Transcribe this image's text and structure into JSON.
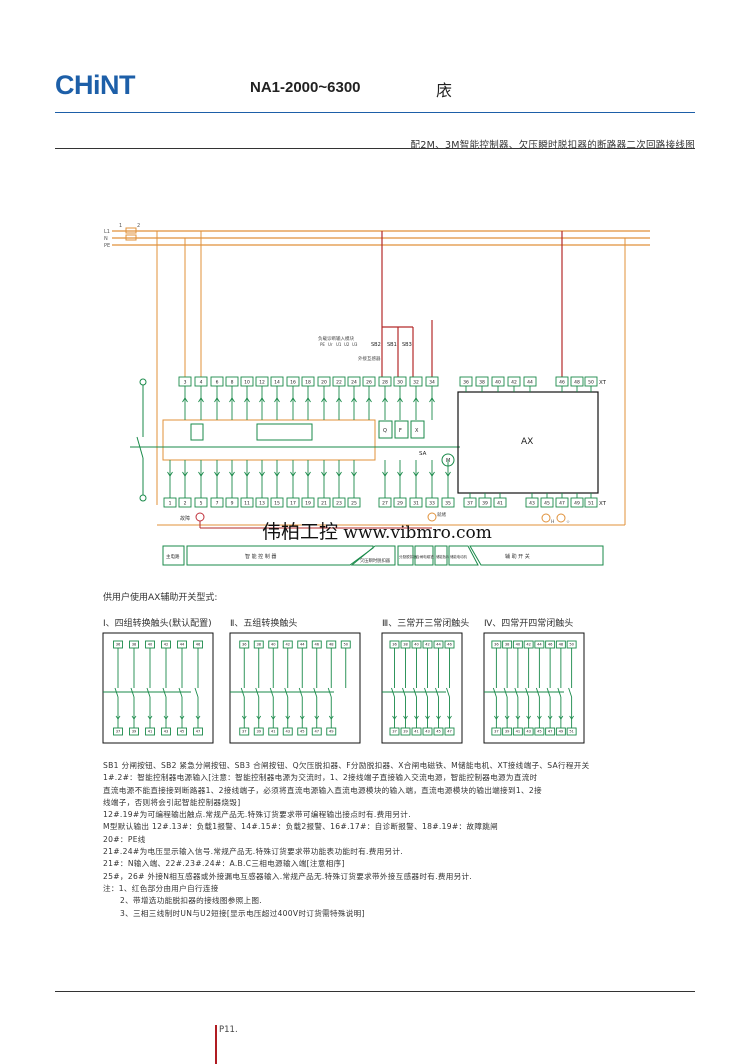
{
  "header": {
    "brand": "CHiNT",
    "model": "NA1-2000~6300",
    "model_suffix": "庡",
    "subtitle": "配2M、3M智能控制器、欠压瞬时脱扣器的断路器二次回路接线图"
  },
  "colors": {
    "brand_blue": "#1d5fa8",
    "brand_red": "#e01b22",
    "wire_orange": "#e0913a",
    "wire_green": "#1a8a4a",
    "wire_red": "#b32a2a",
    "box_black": "#111111"
  },
  "diagram": {
    "bus_labels": [
      "L1",
      "N",
      "PE"
    ],
    "fuse_labels": [
      "1",
      "2"
    ],
    "top_terminals": [
      "3",
      "4",
      "6",
      "8",
      "10",
      "12",
      "14",
      "16",
      "18",
      "20",
      "22",
      "24",
      "26",
      "28",
      "30",
      "32",
      "34"
    ],
    "bottom_terminals": [
      "1",
      "2",
      "5",
      "7",
      "9",
      "11",
      "13",
      "15",
      "17",
      "19",
      "21",
      "23",
      "25",
      "27",
      "29",
      "31",
      "33",
      "35"
    ],
    "ax_top_terminals": [
      "36",
      "38",
      "40",
      "42",
      "44",
      "46",
      "48",
      "50"
    ],
    "ax_bottom_terminals": [
      "37",
      "39",
      "41",
      "43",
      "45",
      "47",
      "49",
      "51"
    ],
    "xt_label": "XT",
    "ax_label": "AX",
    "sa_label": "SA",
    "coil_labels": [
      "Q",
      "F",
      "X"
    ],
    "motor_label": "M",
    "button_labels": [
      "SB2",
      "SB1",
      "SB3"
    ],
    "input_group_title": "负载诊断输入模块",
    "input_group_terminals": [
      "PE",
      "Ur",
      "U1",
      "U2",
      "U3"
    ],
    "external_label": "外接互感器",
    "lamp_fault": "故障",
    "lamp_ready": "就绪",
    "lamp_h": "H",
    "lamp_star": "☆",
    "blocks": [
      "主电路",
      "智 能 控 制 器",
      "欠压瞬时脱扣器",
      "分励脱扣器",
      "合闸电磁铁",
      "储能指示",
      "储能电动机",
      "辅   助   开   关"
    ]
  },
  "watermark": {
    "cn": "伟柏工控",
    "url": "www.vibmro.com"
  },
  "ax_section": {
    "title": "供用户使用AX辅助开关型式:",
    "forms": [
      {
        "title": "Ⅰ、四组转换触头(默认配置)",
        "top": [
          "36",
          "38",
          "40",
          "42",
          "44",
          "46"
        ],
        "bottom": [
          "37",
          "39",
          "41",
          "43",
          "45",
          "47"
        ]
      },
      {
        "title": "Ⅱ、五组转换触头",
        "top": [
          "36",
          "38",
          "40",
          "42",
          "44",
          "46",
          "48",
          "50"
        ],
        "bottom": [
          "37",
          "39",
          "41",
          "43",
          "45",
          "47",
          "49"
        ]
      },
      {
        "title": "Ⅲ、三常开三常闭触头",
        "top": [
          "36",
          "38",
          "40",
          "42",
          "44",
          "46"
        ],
        "bottom": [
          "37",
          "39",
          "41",
          "43",
          "45",
          "47"
        ]
      },
      {
        "title": "Ⅳ、四常开四常闭触头",
        "top": [
          "36",
          "38",
          "40",
          "42",
          "44",
          "46",
          "48",
          "50"
        ],
        "bottom": [
          "37",
          "39",
          "41",
          "43",
          "45",
          "47",
          "49",
          "51"
        ]
      }
    ]
  },
  "notes": [
    "SB1 分闸按钮、SB2 紧急分闸按钮、SB3 合闸按钮、Q欠压脱扣器、F分励脱扣器、X合闸电磁铁、M储能电机、XT接线端子、SA行程开关",
    "1#.2#：智能控制器电源输入[注意：智能控制器电源为交流时，1、2接线端子直接输入交流电源，智能控制器电源为直流时",
    "直流电源不能直接接到断路器1、2接线端子，必须将直流电源输入直流电源模块的输入端，直流电源模块的输出端接到1、2接",
    "线端子，否则将会引起智能控制器烧毁]",
    "12#.19#为可编程输出触点.常规产品无.特殊订货要求带可编程输出接点时有.费用另计.",
    "M型默认输出   12#.13#：负载1报警、14#.15#：负载2报警、16#.17#：自诊断报警、18#.19#：故障跳闸",
    "20#：PE线",
    "21#.24#为电压显示输入信号.常规产品无.特殊订货要求带功能表功能时有.费用另计.",
    "21#：N输入端、22#.23#.24#：A.B.C三相电源输入端[注意相序]",
    "25#，26# 外接N相互感器或外接漏电互感器输入.常规产品无.特殊订货要求带外接互感器时有.费用另计.",
    "注：1、红色部分由用户自行连接",
    "2、带增选功能脱扣器的接线图参照上图.",
    "3、三相三线制时UN与U2短接[显示电压超过400V时订货需特殊说明]"
  ],
  "footer": {
    "page": "P11."
  }
}
